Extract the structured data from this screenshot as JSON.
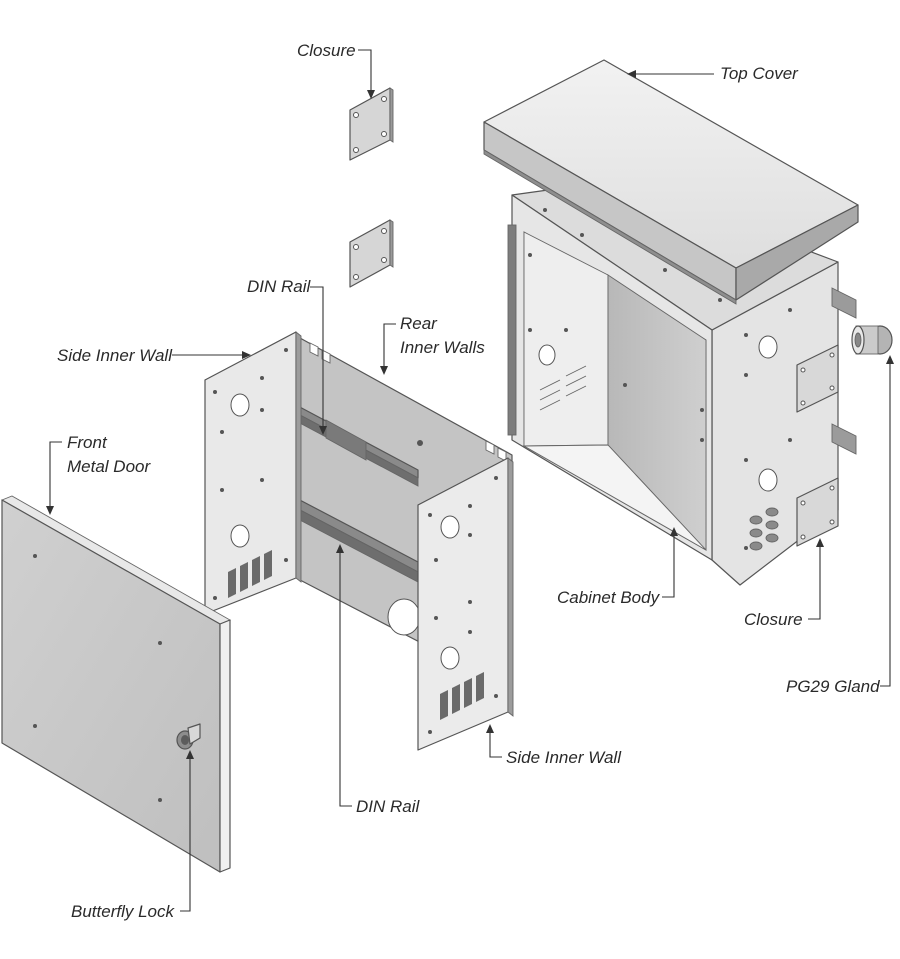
{
  "labels": {
    "closure_top": "Closure",
    "top_cover": "Top Cover",
    "din_rail_upper": "DIN Rail",
    "rear_inner_walls_1": "Rear",
    "rear_inner_walls_2": "Inner Walls",
    "side_inner_wall_left": "Side Inner Wall",
    "front_metal_door_1": "Front",
    "front_metal_door_2": "Metal Door",
    "cabinet_body": "Cabinet Body",
    "closure_right": "Closure",
    "pg29_gland": "PG29 Gland",
    "side_inner_wall_right": "Side Inner Wall",
    "din_rail_lower": "DIN Rail",
    "butterfly_lock": "Butterfly Lock"
  },
  "colors": {
    "panel_light": "#ececec",
    "panel_mid": "#d4d4d4",
    "panel_dark": "#a8a8a8",
    "edge": "#555555"
  }
}
